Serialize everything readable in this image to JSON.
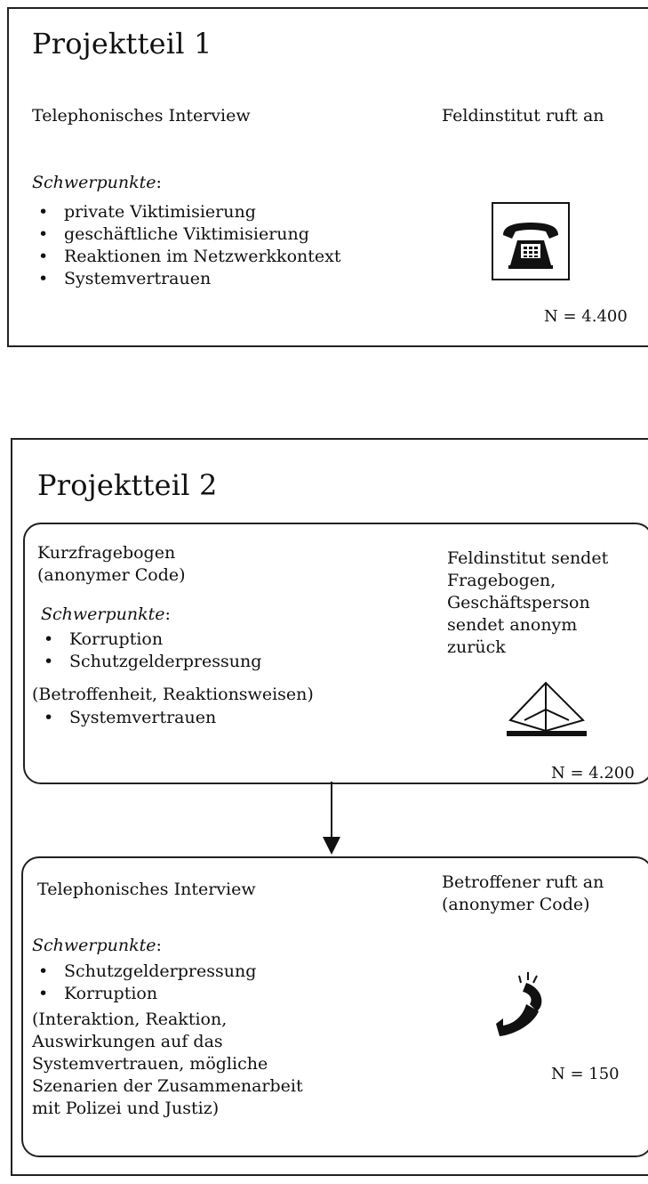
{
  "part1": {
    "title": "Projektteil 1",
    "method": "Telephonisches Interview",
    "contact": "Feldinstitut ruft an",
    "focus_label": "Schwerpunkte",
    "focus_items": [
      "private Viktimisierung",
      "geschäftliche Viktimisierung",
      "Reaktionen im Netzwerkkontext",
      "Systemvertrauen"
    ],
    "sample": "N = 4.400",
    "icon": "desk-telephone-icon"
  },
  "part2": {
    "title": "Projektteil 2",
    "survey": {
      "method_lines": [
        "Kurzfragebogen",
        "(anonymer Code)"
      ],
      "contact_lines": [
        "Feldinstitut sendet",
        "Fragebogen,",
        "Geschäftsperson",
        "sendet anonym",
        "zurück"
      ],
      "focus_label": "Schwerpunkte",
      "focus_items": [
        "Korruption",
        "Schutzgelderpressung"
      ],
      "focus_note": "(Betroffenheit, Reaktionsweisen)",
      "focus_extra": "Systemvertrauen",
      "sample": "N = 4.200",
      "icon": "envelope-icon"
    },
    "interview": {
      "method": "Telephonisches Interview",
      "contact_lines": [
        "Betroffener ruft an",
        "(anonymer Code)"
      ],
      "focus_label": "Schwerpunkte",
      "focus_items": [
        "Schutzgelderpressung",
        "Korruption"
      ],
      "focus_note_lines": [
        "(Interaktion, Reaktion,",
        "Auswirkungen auf das",
        "Systemvertrauen, mögliche",
        "Szenarien der Zusammenarbeit",
        "mit Polizei und Justiz)"
      ],
      "sample": "N = 150",
      "icon": "ringing-handset-icon"
    }
  }
}
